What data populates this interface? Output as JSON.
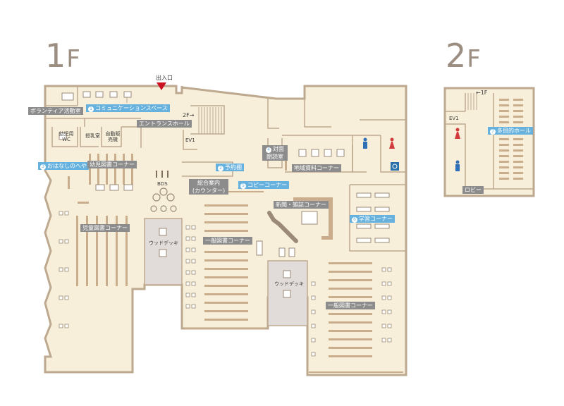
{
  "floors": {
    "first": {
      "title_big": "1",
      "title_small": "F"
    },
    "second": {
      "title_big": "2",
      "title_small": "F"
    }
  },
  "entrance": {
    "label": "出入口"
  },
  "labels_1f": {
    "volunteer": "ボランティア活動室",
    "communication": {
      "num": "1",
      "text": "コミュニケーションスペース"
    },
    "to_2f": "2F",
    "entrance_hall": "エントランスホール",
    "infant_wc": "幼児用WC",
    "nursing": "授乳室",
    "vending": "自動販売機",
    "ev1": "EV1",
    "storytelling": {
      "num": "3",
      "text": "おはなしのへや"
    },
    "infant_books": "幼児図書コーナー",
    "bds": "BDS",
    "reservation": {
      "num": "2",
      "text": "予約棚"
    },
    "face_reading": {
      "num": "4",
      "line1": "対面",
      "line2": "朗読室"
    },
    "info_desk": {
      "line1": "総合案内",
      "line2": "(カウンター)"
    },
    "copy": {
      "num": "5",
      "text": "コピーコーナー"
    },
    "local_materials": "地域資料コーナー",
    "newspaper": "新聞・雑誌コーナー",
    "study": {
      "num": "6",
      "text": "学習コーナー"
    },
    "children_books": "児童図書コーナー",
    "wood_deck_left": "ウッドデッキ",
    "general_books_1": "一般図書コーナー",
    "wood_deck_right": "ウッドデッキ",
    "general_books_2": "一般図書コーナー"
  },
  "labels_2f": {
    "to_1f": "1F",
    "ev1": "EV1",
    "hall": {
      "num": "7",
      "text": "多目的ホール"
    },
    "lobby": "ロビー"
  },
  "colors": {
    "floor": "#f7efd9",
    "wall": "#bda98f",
    "shelf": "#c9ad8c",
    "deck": "#e1dbd9",
    "label_gray": "#8c8c8c",
    "label_blue": "#66b1de",
    "entrance_marker": "#cc1122",
    "restroom_male": "#2f6fb8",
    "restroom_female": "#d23b3b",
    "accessible": "#2c6fad"
  }
}
